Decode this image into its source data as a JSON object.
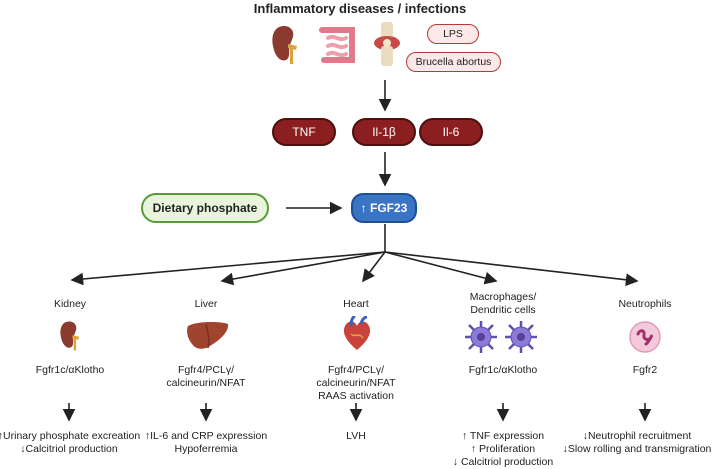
{
  "title": "Inflammatory diseases / infections",
  "triggers": [
    "LPS",
    "Brucella abortus"
  ],
  "cytokines": [
    "TNF",
    "Il-1β",
    "Il-6"
  ],
  "dietary": "Dietary phosphate",
  "fgf23": "↑ FGF23",
  "targets": [
    {
      "name": "Kidney",
      "receptor": "Fgfr1c/αKlotho",
      "effects": [
        "↑Urinary phosphate excreation",
        "↓Calcitriol production"
      ]
    },
    {
      "name": "Liver",
      "receptor": "Fgfr4/PCLγ/\ncalcineurin/NFAT",
      "effects": [
        "↑IL-6 and CRP expression",
        "Hypoferremia"
      ]
    },
    {
      "name": "Heart",
      "receptor": "Fgfr4/PCLγ/\ncalcineurin/NFAT\nRAAS activation",
      "effects": [
        "LVH"
      ]
    },
    {
      "name": "Macrophages/\nDendritic cells",
      "receptor": "Fgfr1c/αKlotho",
      "effects": [
        "↑ TNF expression",
        "↑ Proliferation",
        "↓ Calcitriol production"
      ]
    },
    {
      "name": "Neutrophils",
      "receptor": "Fgfr2",
      "effects": [
        "↓Neutrophil recruitment",
        "↓Slow rolling and transmigration"
      ]
    }
  ],
  "icons": [
    "kidney-icon",
    "intestine-icon",
    "joint-icon",
    "liver-icon",
    "heart-icon",
    "dendritic-cell-icon",
    "neutrophil-icon"
  ]
}
